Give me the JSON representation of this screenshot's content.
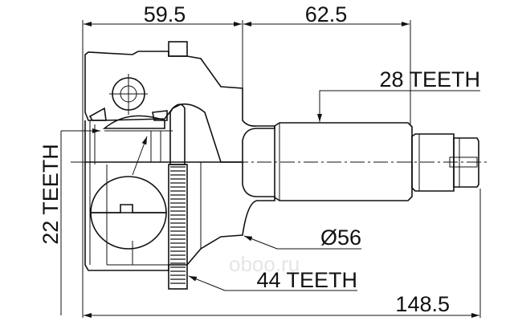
{
  "dimensions": {
    "housing_length": "59.5",
    "shaft_length": "62.5",
    "total_length": "148.5",
    "diameter": "Ø56"
  },
  "callouts": {
    "outer_spline": "28 TEETH",
    "inner_spline": "22 TEETH",
    "abs_ring": "44 TEETH"
  },
  "watermark": "oboo.ru",
  "colors": {
    "line": "#111111",
    "background": "#ffffff"
  }
}
